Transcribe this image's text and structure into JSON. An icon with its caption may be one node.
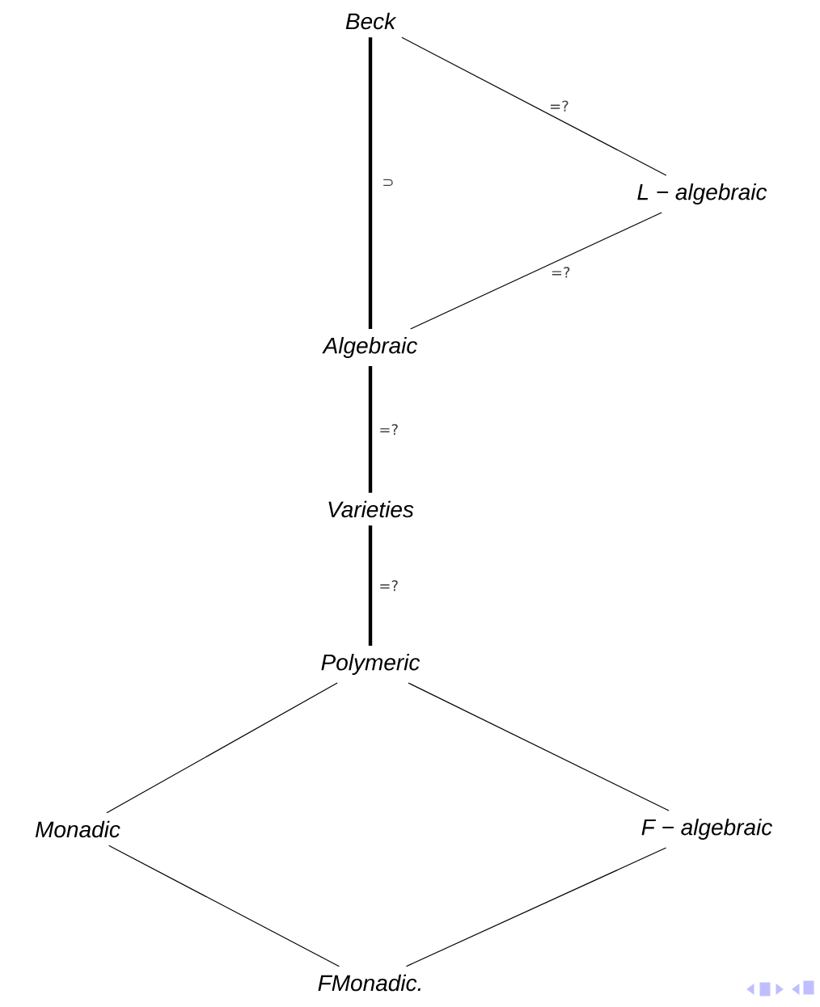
{
  "diagram": {
    "nodes": [
      {
        "text": [
          "Beck"
        ]
      },
      {
        "text": [
          "L − algebraic"
        ]
      },
      {
        "text": [
          "Algebraic"
        ]
      },
      {
        "text": [
          "Varieties"
        ]
      },
      {
        "text": [
          "Polymeric"
        ]
      },
      {
        "text": [
          "Monadic"
        ]
      },
      {
        "text": [
          "F − algebraic"
        ]
      },
      {
        "text": [
          "FMonadic."
        ]
      }
    ],
    "edges": [
      {
        "from": 0,
        "to": 1,
        "arrow": "none",
        "label": "=?"
      },
      {
        "from": 1,
        "to": 2,
        "arrow": "none",
        "label": "=?"
      },
      {
        "from": 0,
        "to": 2,
        "arrow": "none",
        "label": "⊃",
        "style": "thick"
      },
      {
        "from": 2,
        "to": 3,
        "arrow": "none",
        "label": "=?",
        "style": "thick"
      },
      {
        "from": 3,
        "to": 4,
        "arrow": "none",
        "label": "=?",
        "style": "thick"
      },
      {
        "from": 4,
        "to": 5,
        "arrow": "none"
      },
      {
        "from": 4,
        "to": 6,
        "arrow": "none"
      },
      {
        "from": 5,
        "to": 7,
        "arrow": "none"
      },
      {
        "from": 6,
        "to": 7,
        "arrow": "none"
      }
    ]
  }
}
